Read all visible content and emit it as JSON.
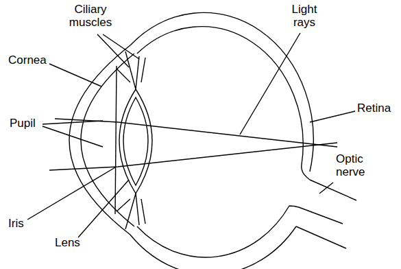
{
  "diagram": {
    "labels": [
      "Ciliary muscles",
      "Light rays",
      "Cornea",
      "Retina",
      "Pupil",
      "Optic nerve",
      "Iris",
      "Lens"
    ]
  }
}
